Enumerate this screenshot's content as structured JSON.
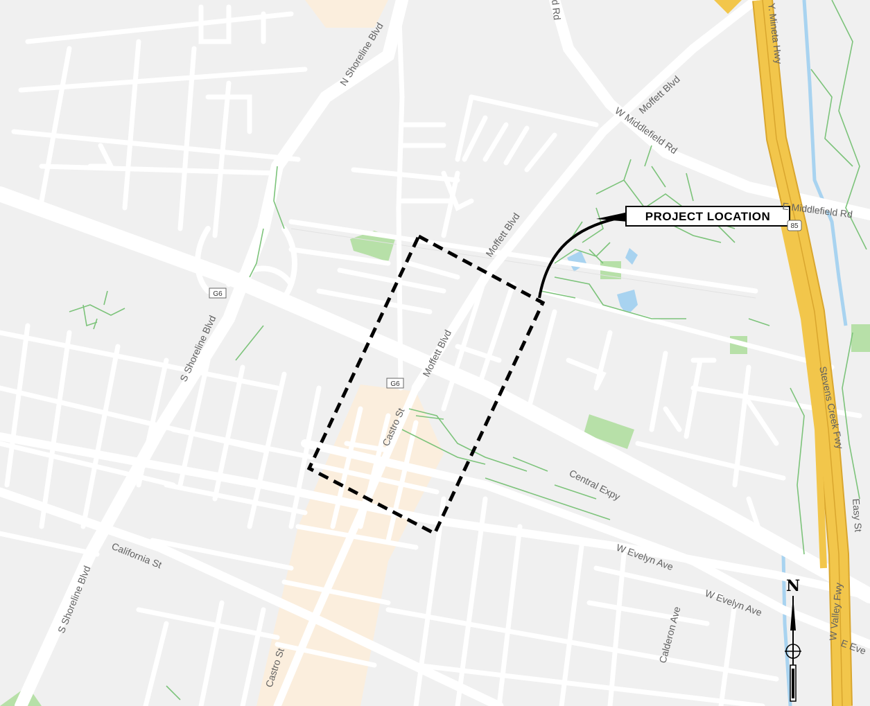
{
  "callout": {
    "label": "PROJECT LOCATION"
  },
  "north_arrow": {
    "label": "N"
  },
  "shields": {
    "g6_west": "G6",
    "g6_east": "G6",
    "hwy85": "85"
  },
  "streets": {
    "n_shoreline": "N Shoreline Blvd",
    "s_shoreline_upper": "S Shoreline Blvd",
    "s_shoreline_lower": "S Shoreline Blvd",
    "moffett_upper": "Moffett Blvd",
    "moffett_mid": "Moffett Blvd",
    "moffett_lower": "Moffett Blvd",
    "w_middlefield": "W Middlefield Rd",
    "e_middlefield": "E Middlefield Rd",
    "castro_upper": "Castro St",
    "castro_lower": "Castro St",
    "central_expy": "Central Expy",
    "w_evelyn_1": "W Evelyn Ave",
    "w_evelyn_2": "W Evelyn Ave",
    "e_evelyn": "E Eve",
    "california": "California St",
    "calderon": "Calderon Ave",
    "mineta_hwy": "Y. Mineta Hwy",
    "stevens_creek": "Stevens Creek Fwy",
    "w_valley": "W Valley Fwy",
    "easy_st": "Easy St",
    "rd_top": "d Rd"
  },
  "colors": {
    "land": "#f0f0f0",
    "block": "#e8e8e8",
    "road": "#ffffff",
    "freeway": "#f2c64b",
    "freeway_edge": "#d9a62e",
    "park": "#b7e0a8",
    "trail": "#7cc37a",
    "water": "#a8d3f0",
    "downtown": "#fbeedd"
  }
}
